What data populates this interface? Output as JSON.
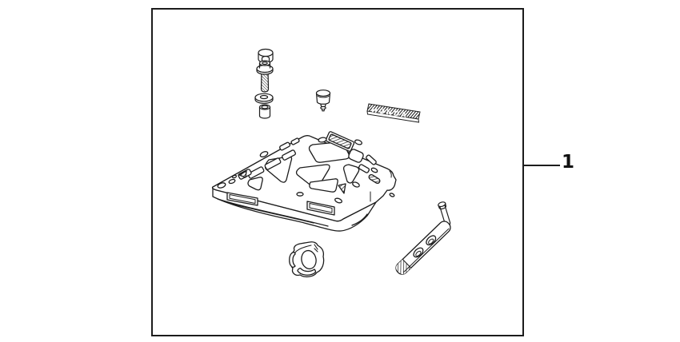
{
  "canvas": {
    "background": "#ffffff"
  },
  "frame": {
    "border_color": "#1c1c1c"
  },
  "callout": {
    "label": "1"
  },
  "emblem": {
    "text": "HONDA"
  },
  "drawing": {
    "line_color": "#1c1c1c",
    "parts": [
      "cap-nut",
      "flange-bolt",
      "plain-washer",
      "collar-spacer",
      "rivet-pin",
      "honda-emblem",
      "carrier-base-plate",
      "rubber-clamp-damper",
      "mounting-strap",
      "strap-pin"
    ]
  }
}
